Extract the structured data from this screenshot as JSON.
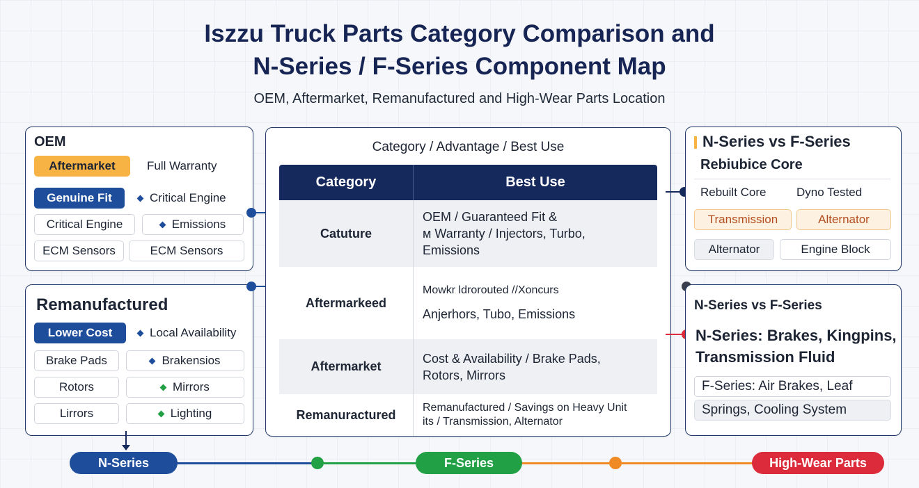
{
  "header": {
    "title_line1": "Iszzu Truck Parts Category Comparison and",
    "title_line2": "N-Series / F-Series Component Map",
    "subtitle": "OEM, Aftermarket, Remanufactured and High-Wear Parts Location"
  },
  "oem_card": {
    "title": "OEM",
    "badge": "Aftermarket",
    "badge_note": "Full Warranty",
    "genuine_fit": "Genuine Fit",
    "critical_engine_note": "Critical Engine",
    "critical_engine": "Critical Engine",
    "emissions": "Emissions",
    "ecm_sensors_1": "ECM Sensors",
    "ecm_sensors_2": "ECM Sensors"
  },
  "reman_card": {
    "title": "Remanufactured",
    "lower_cost": "Lower Cost",
    "local_availability": "Local Availability",
    "brake_pads": "Brake Pads",
    "brakensios": "Brakensios",
    "rotors": "Rotors",
    "mirrors": "Mirrors",
    "lirrors": "Lirrors",
    "lighting": "Lighting"
  },
  "center": {
    "heading": "Category / Advantage / Best Use",
    "col_category": "Category",
    "col_best_use": "Best Use",
    "rows": [
      {
        "category": "Catuture",
        "use_line1": "OEM / Guaranteed Fit &",
        "use_line2": "ᴍ Warranty / Injectors, Turbo,",
        "use_line3": "Emissions"
      },
      {
        "category": "Aftermarkeed",
        "use_line1": "Mowkr ldrorouted //Xoncurs",
        "use_line2": "Anjerhors, Tubo, Emissions"
      },
      {
        "category": "Aftermarket",
        "use_line1": "Cost & Availability / Brake Pads,",
        "use_line2": "Rotors, Mirrors"
      },
      {
        "category": "Remanuractured",
        "use_line1": "Remanufactured / Savings on Heavy Unit",
        "use_line2": "its / Transmission, Alternator"
      }
    ]
  },
  "right_top": {
    "title": "N-Series vs F-Series",
    "subtitle": "Rebiubice Core",
    "rebuilt_core": "Rebuilt Core",
    "dyno_tested": "Dyno Tested",
    "transmission": "Transmission",
    "alternator_1": "Alternator",
    "alternator_2": "Alternator",
    "engine_block": "Engine Block"
  },
  "right_bottom": {
    "title": "N-Series vs F-Series",
    "n_series_line1": "N-Series: Brakes, Kingpins,",
    "n_series_line2": "Transmission Fluid",
    "f_series_line1": "F-Series: Air Brakes, Leaf",
    "f_series_line2": "Springs, Cooling System"
  },
  "legend": {
    "n_series": "N-Series",
    "f_series": "F-Series",
    "high_wear": "High-Wear Parts"
  },
  "colors": {
    "navy": "#16295c",
    "blue": "#1e4d9c",
    "green": "#22a045",
    "orange": "#f08a24",
    "red": "#dc2b3a"
  }
}
